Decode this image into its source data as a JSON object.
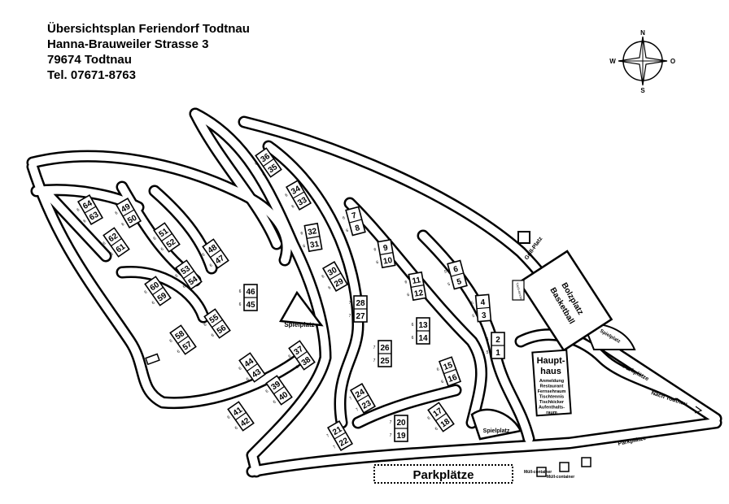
{
  "header": {
    "title": "Übersichtsplan Feriendorf Todtnau",
    "street": "Hanna-Brauweiler Strasse 3",
    "city": "79674 Todtnau",
    "phone": "Tel. 07671-8763"
  },
  "compass": {
    "n": "N",
    "s": "S",
    "w": "W",
    "o": "O"
  },
  "places": {
    "spielplatz_1": "Spielplatz",
    "spielplatz_2": "Spielplatz",
    "spielplatz_3": "Spielplatz",
    "grillplatz": "Grill-Platz",
    "bolzplatz": "Bolzplatz",
    "basketball": "Basketball",
    "tischtennis": "Tisch-tennis",
    "haupthaus_1": "Haupt-",
    "haupthaus_2": "haus",
    "haupthaus_items": [
      "Anmeldung",
      "Restaurant",
      "Fernsehraum",
      "Tischtennis",
      "Tischkicker",
      "Aufenthalts-",
      "raum"
    ],
    "parkplaetze_main": "Parkplätze",
    "parkplaetze_2": "Parkplätze",
    "parkplaetze_3": "Parkplätze",
    "nach_todtnau": "Nach Todtnau",
    "muell_1": "Müll-container",
    "muell_2": "Müll-container"
  },
  "houses": [
    {
      "a": "64",
      "b": "63",
      "cap": "6"
    },
    {
      "a": "49",
      "b": "50",
      "cap": "6"
    },
    {
      "a": "51",
      "b": "52",
      "cap": "6"
    },
    {
      "a": "62",
      "b": "61",
      "cap": "6"
    },
    {
      "a": "48",
      "b": "47",
      "cap": "6"
    },
    {
      "a": "53",
      "b": "54",
      "cap": "6"
    },
    {
      "a": "60",
      "b": "59",
      "cap": "6"
    },
    {
      "a": "46",
      "b": "45",
      "cap": "6"
    },
    {
      "a": "55",
      "b": "56",
      "cap": "6"
    },
    {
      "a": "58",
      "b": "57",
      "cap": "6"
    },
    {
      "a": "44",
      "b": "43",
      "cap": "6"
    },
    {
      "a": "37",
      "b": "38",
      "cap": "6"
    },
    {
      "a": "39",
      "b": "40",
      "cap": "6"
    },
    {
      "a": "41",
      "b": "42",
      "cap": "6"
    },
    {
      "a": "36",
      "b": "35",
      "cap": "6"
    },
    {
      "a": "34",
      "b": "33",
      "cap": "6"
    },
    {
      "a": "32",
      "b": "31",
      "cap": "6"
    },
    {
      "a": "30",
      "b": "29",
      "cap": "6"
    },
    {
      "a": "28",
      "b": "27",
      "cap": "7"
    },
    {
      "a": "26",
      "b": "25",
      "cap": "7"
    },
    {
      "a": "24",
      "b": "23",
      "cap": "7"
    },
    {
      "a": "21",
      "b": "22",
      "cap": "7"
    },
    {
      "a": "20",
      "b": "19",
      "cap": "7"
    },
    {
      "a": "7",
      "b": "8",
      "cap": "6"
    },
    {
      "a": "9",
      "b": "10",
      "cap": "6"
    },
    {
      "a": "11",
      "b": "12",
      "cap": "6"
    },
    {
      "a": "13",
      "b": "14",
      "cap": "6"
    },
    {
      "a": "6",
      "b": "5",
      "cap": "5"
    },
    {
      "a": "4",
      "b": "3",
      "cap": "5"
    },
    {
      "a": "2",
      "b": "1",
      "cap": "5"
    },
    {
      "a": "15",
      "b": "16",
      "cap": "6"
    },
    {
      "a": "17",
      "b": "18",
      "cap": "6"
    }
  ]
}
